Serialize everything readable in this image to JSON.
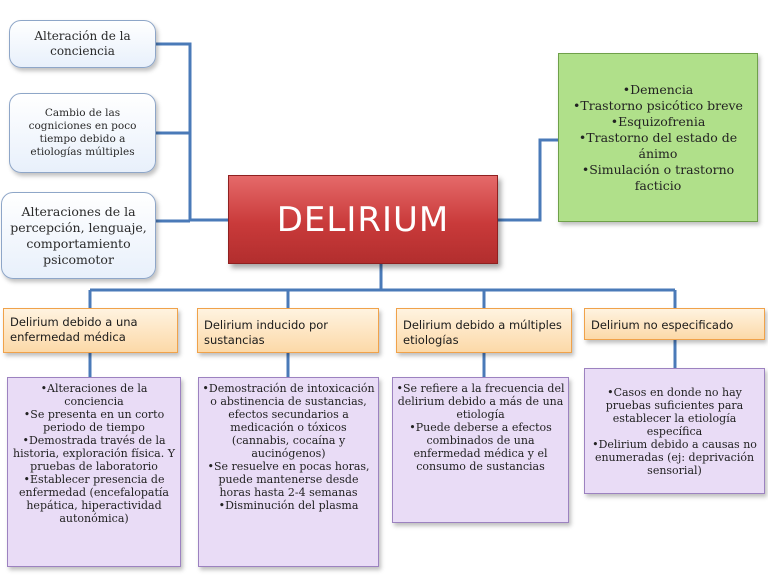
{
  "diagram": {
    "center": {
      "label": "DELIRIUM"
    },
    "features": [
      "Alteración de la conciencia",
      "Cambio de las cogniciones en poco tiempo debido a etiologías múltiples",
      "Alteraciones de la percepción, lenguaje, comportamiento psicomotor"
    ],
    "differential": [
      "•Demencia",
      "•Trastorno psicótico breve",
      "•Esquizofrenia",
      "•Trastorno del estado de ánimo",
      "•Simulación o trastorno facticio"
    ],
    "categories": [
      "Delirium debido a una enfermedad médica",
      "Delirium inducido por sustancias",
      "Delirium debido a múltiples etiologías",
      "Delirium no  especificado"
    ],
    "details": [
      [
        "•Alteraciones de la conciencia",
        "•Se presenta en un corto periodo de tiempo",
        "•Demostrada través de la historia, exploración física. Y pruebas de laboratorio",
        "•Establecer presencia de enfermedad (encefalopatía hepática, hiperactividad autonómica)"
      ],
      [
        "•Demostración de intoxicación o  abstinencia de  sustancias, efectos secundarios a medicación o tóxicos (cannabis, cocaína y aucinógenos)",
        "•Se resuelve en pocas horas, puede mantenerse desde horas  hasta 2-4 semanas",
        "•Disminución del plasma"
      ],
      [
        "•Se refiere a la frecuencia del delirium debido a más de una etiología",
        "•Puede deberse a efectos combinados de una enfermedad médica y el consumo de sustancias"
      ],
      [
        "•Casos en donde no hay pruebas suficientes para establecer la etiología específica",
        "•Delirium debido a causas no enumeradas (ej: deprivación sensorial)"
      ]
    ],
    "colors": {
      "connector": "#4a7ab8",
      "center_fill": "#c93a3a",
      "differential_fill": "#b0e08a",
      "category_border": "#f0a24a",
      "detail_fill": "#e9dcf6"
    }
  }
}
